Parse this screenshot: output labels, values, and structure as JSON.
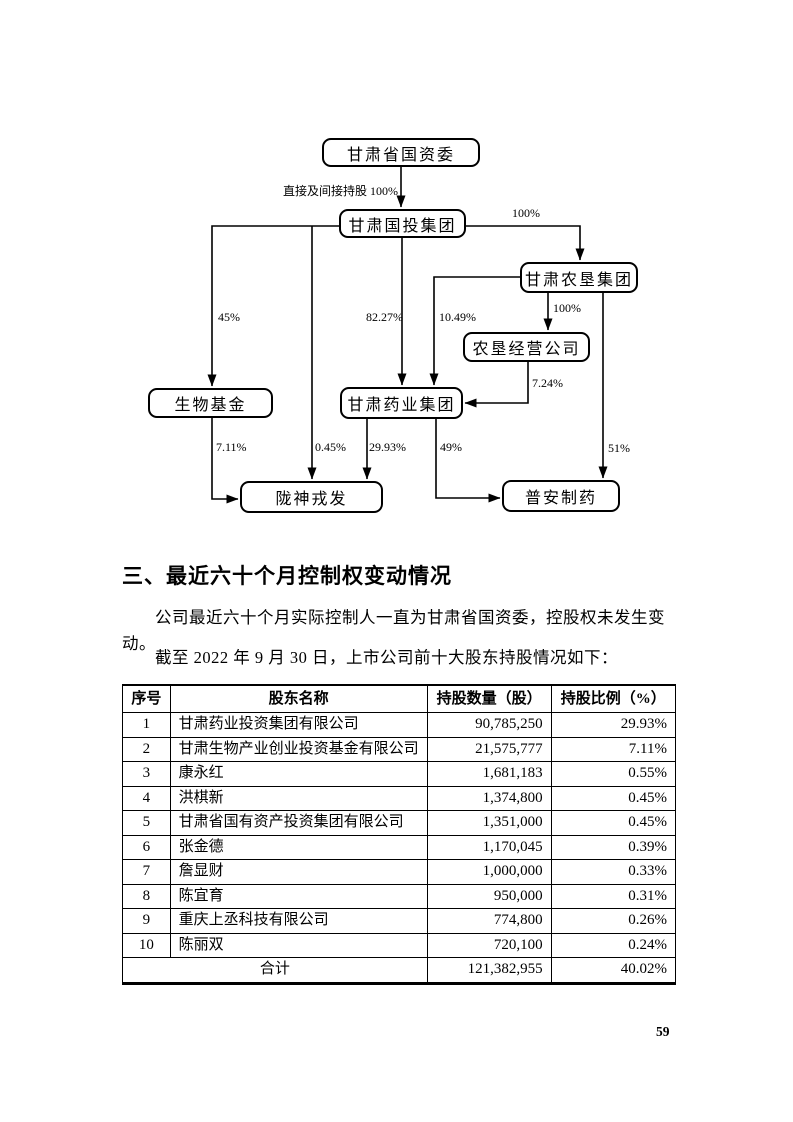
{
  "chart": {
    "nodes": {
      "guoziwei": "甘肃省国资委",
      "guotou": "甘肃国投集团",
      "nongken": "甘肃农垦集团",
      "jingying": "农垦经营公司",
      "shengwu": "生物基金",
      "yaoye": "甘肃药业集团",
      "longshen": "陇神戎发",
      "puan": "普安制药"
    },
    "edge_labels": {
      "direct_indirect": "直接及间接持股 100%",
      "guotou_nongken": "100%",
      "guotou_shengwu": "45%",
      "guotou_yaoye": "82.27%",
      "nongken_yaoye": "10.49%",
      "nongken_jingying": "100%",
      "jingying_yaoye": "7.24%",
      "shengwu_longshen": "7.11%",
      "guotou_longshen": "0.45%",
      "yaoye_longshen": "29.93%",
      "yaoye_puan": "49%",
      "nongken_puan": "51%"
    }
  },
  "section": {
    "heading": "三、最近六十个月控制权变动情况",
    "para1": "公司最近六十个月实际控制人一直为甘肃省国资委，控股权未发生变动。",
    "para2": "截至 2022 年 9 月 30 日，上市公司前十大股东持股情况如下："
  },
  "table": {
    "headers": [
      "序号",
      "股东名称",
      "持股数量（股）",
      "持股比例（%）"
    ],
    "rows": [
      [
        "1",
        "甘肃药业投资集团有限公司",
        "90,785,250",
        "29.93%"
      ],
      [
        "2",
        "甘肃生物产业创业投资基金有限公司",
        "21,575,777",
        "7.11%"
      ],
      [
        "3",
        "康永红",
        "1,681,183",
        "0.55%"
      ],
      [
        "4",
        "洪棋新",
        "1,374,800",
        "0.45%"
      ],
      [
        "5",
        "甘肃省国有资产投资集团有限公司",
        "1,351,000",
        "0.45%"
      ],
      [
        "6",
        "张金德",
        "1,170,045",
        "0.39%"
      ],
      [
        "7",
        "詹显财",
        "1,000,000",
        "0.33%"
      ],
      [
        "8",
        "陈宜育",
        "950,000",
        "0.31%"
      ],
      [
        "9",
        "重庆上丞科技有限公司",
        "774,800",
        "0.26%"
      ],
      [
        "10",
        "陈丽双",
        "720,100",
        "0.24%"
      ]
    ],
    "total_label": "合计",
    "total_shares": "121,382,955",
    "total_ratio": "40.02%"
  },
  "page_number": "59"
}
